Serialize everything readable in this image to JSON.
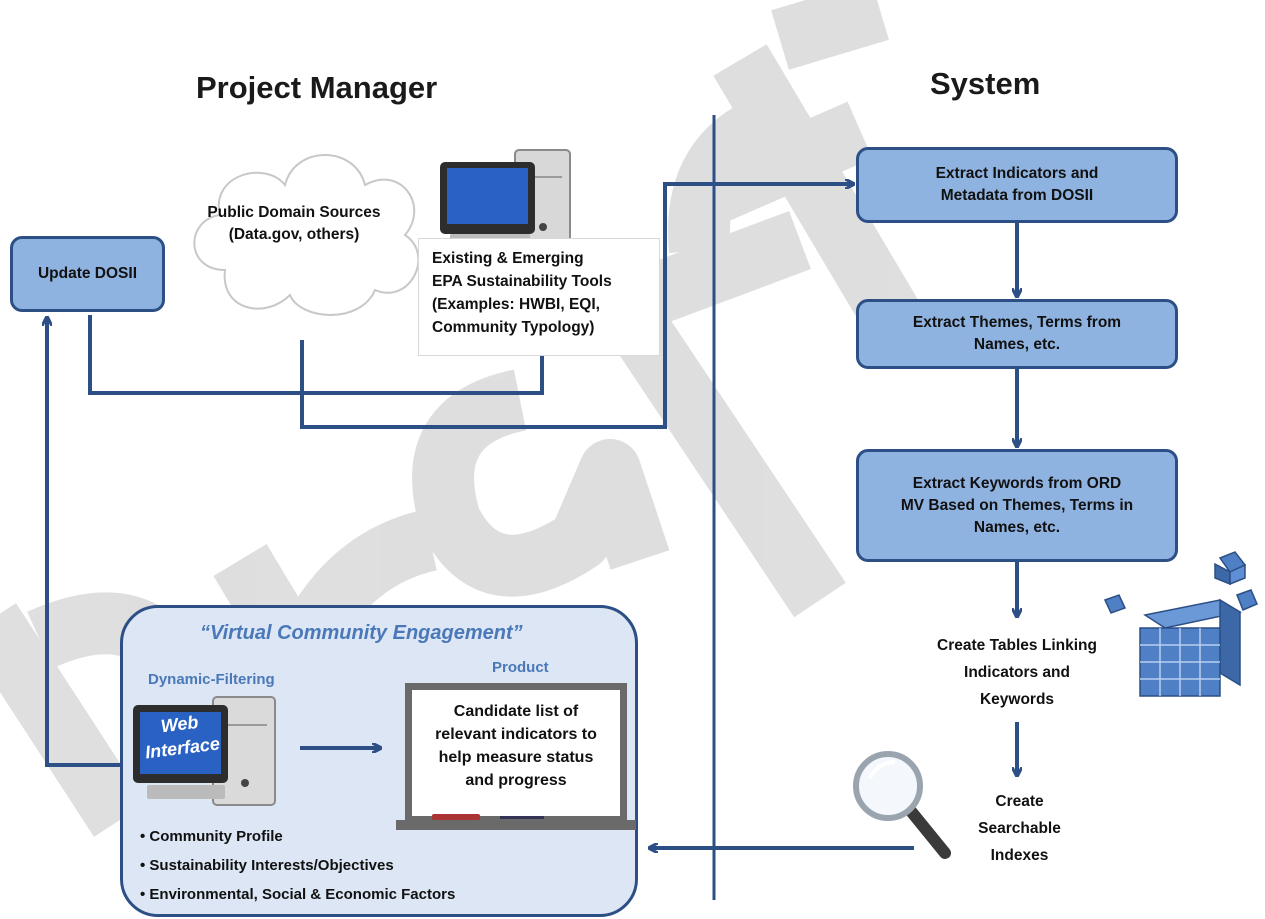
{
  "headings": {
    "left": "Project Manager",
    "right": "System"
  },
  "watermark": "Draft",
  "left_column": {
    "update_box": "Update DOSII",
    "public_sources": [
      "Public Domain Sources",
      "(Data.gov, others)"
    ],
    "epa_tools": [
      "Existing & Emerging",
      "EPA Sustainability Tools",
      "(Examples: HWBI, EQI,",
      "Community Typology)"
    ]
  },
  "system_steps": {
    "step1": [
      "Extract Indicators and",
      "Metadata from DOSII"
    ],
    "step2": [
      "Extract Themes, Terms from",
      "Names, etc."
    ],
    "step3": [
      "Extract Keywords from ORD",
      "MV Based on Themes, Terms in",
      "Names, etc."
    ],
    "step4": [
      "Create Tables Linking",
      "Indicators and",
      "Keywords"
    ],
    "step5": [
      "Create",
      "Searchable",
      "Indexes"
    ]
  },
  "engagement": {
    "title": "“Virtual Community Engagement”",
    "dynamic_filtering": "Dynamic-Filtering",
    "product_label": "Product",
    "web_interface": [
      "Web",
      "Interface"
    ],
    "board_text": [
      "Candidate list of",
      "relevant indicators to",
      "help measure status",
      "and progress"
    ],
    "bullets": [
      "Community Profile",
      "Sustainability Interests/Objectives",
      "Environmental, Social & Economic Factors"
    ]
  },
  "colors": {
    "line": "#2c4f85",
    "box_fill": "#8fb3e0",
    "panel_fill": "#dce6f4",
    "accent_text": "#4a78b8",
    "watermark": "#d9d9d9"
  }
}
